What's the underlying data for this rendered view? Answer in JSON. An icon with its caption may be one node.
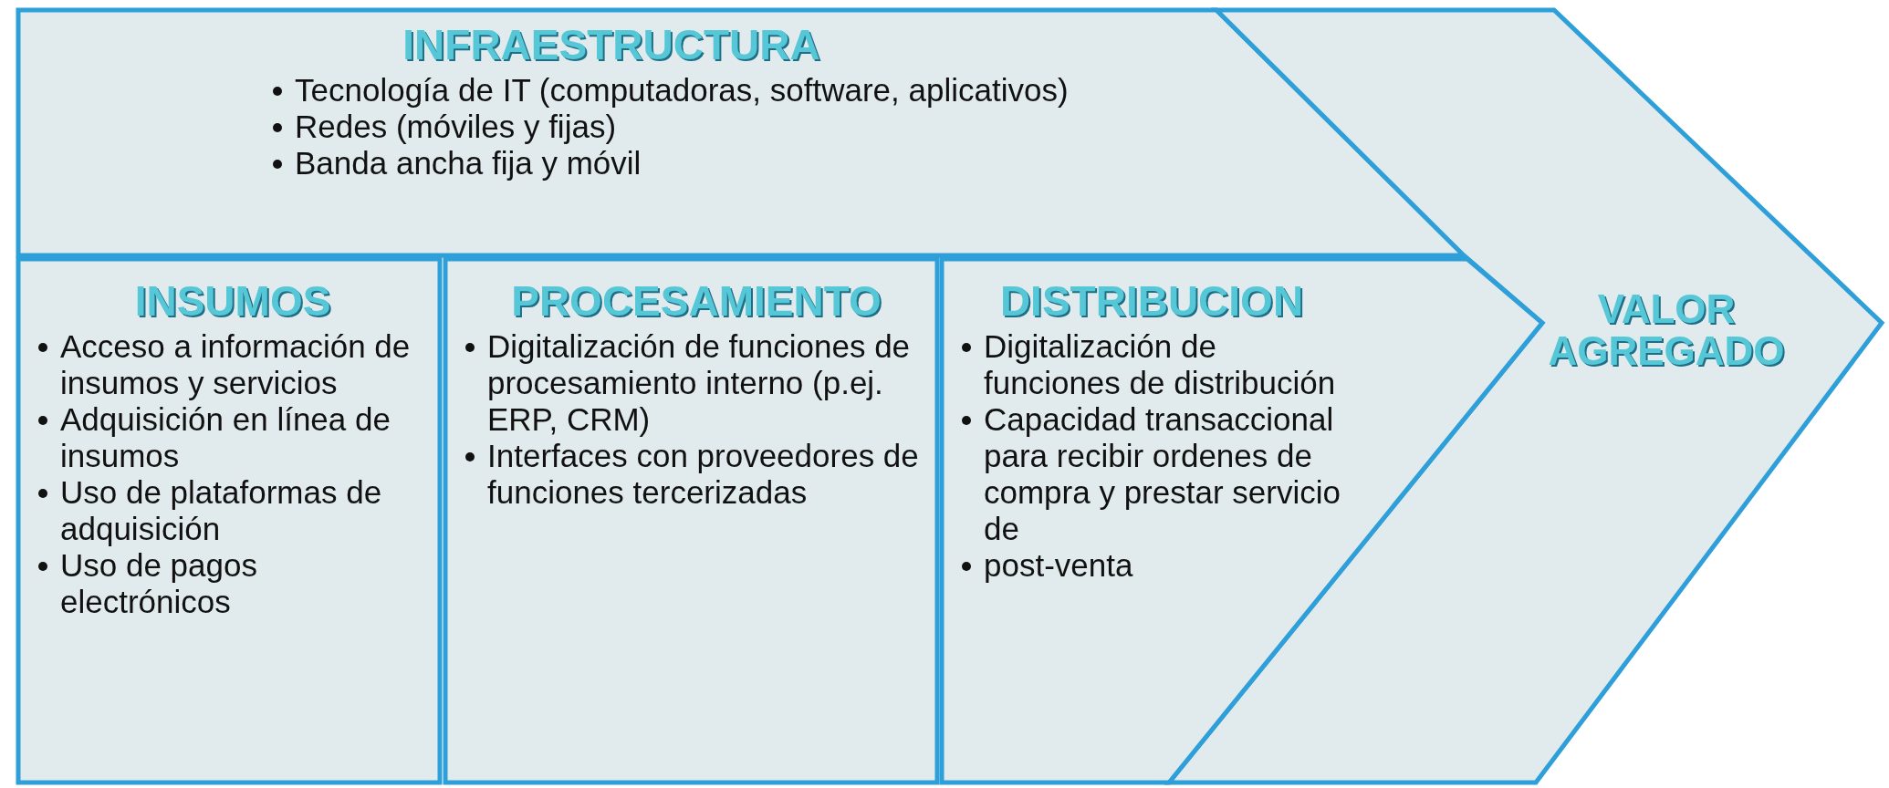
{
  "diagram": {
    "nodes": [
      {
        "text": [
          "INFRAESTRUCTURA",
          "Tecnología de IT (computadoras, software, aplicativos)",
          "Redes (móviles y fijas)",
          "Banda ancha fija y móvil"
        ]
      },
      {
        "text": [
          "VALOR AGREGADO"
        ]
      },
      {
        "text": [
          "INSUMOS",
          "Acceso a información de insumos y servicios",
          "Adquisición en línea de insumos",
          "Uso de plataformas de adquisición",
          "Uso de pagos electrónicos"
        ]
      },
      {
        "text": [
          "PROCESAMIENTO",
          "Digitalización de funciones de procesamiento interno (p.ej. ERP, CRM)",
          "Interfaces con proveedores de funciones tercerizadas"
        ]
      },
      {
        "text": [
          "DISTRIBUCION",
          "Digitalización de funciones de distribución",
          "Capacidad transaccional para recibir ordenes de compra y prestar servicio de",
          "post-venta"
        ]
      }
    ]
  }
}
